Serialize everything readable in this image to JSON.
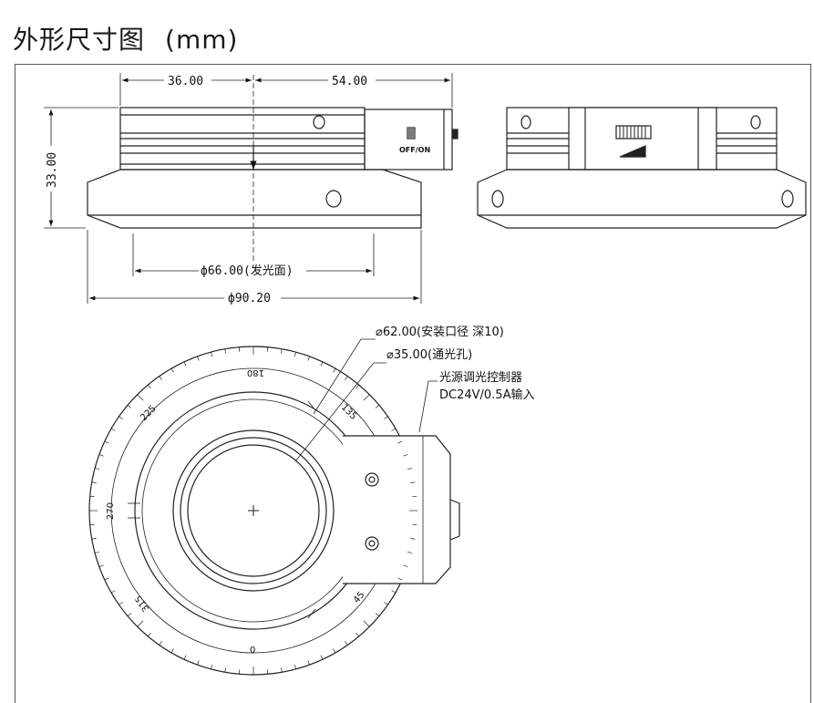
{
  "title": {
    "main": "外形尺寸图",
    "unit": "(mm)"
  },
  "front_view": {
    "dim_left": "36.00",
    "dim_right": "54.00",
    "dim_height": "33.00",
    "dim_emit": "ф66.00(发光面)",
    "dim_outer": "ф90.20",
    "switch_label": "OFF/ON"
  },
  "top_view": {
    "dim_mount": "⌀62.00(安装口径 深10)",
    "dim_hole": "⌀35.00(通光孔)",
    "controller_line1": "光源调光控制器",
    "controller_line2": "DC24V/0.5A输入",
    "angle_labels": [
      "180",
      "135",
      "225",
      "270",
      "315",
      "45",
      "0"
    ]
  }
}
